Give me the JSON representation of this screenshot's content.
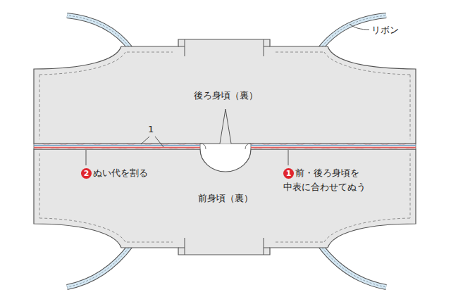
{
  "diagram": {
    "labels": [
      "リボン",
      "後ろ身頃（裏）",
      "1",
      "2",
      "ぬい代を割る",
      "1",
      "前・後ろ身頃を 中表に合わせてぬう",
      "前身頃（裏）"
    ]
  }
}
